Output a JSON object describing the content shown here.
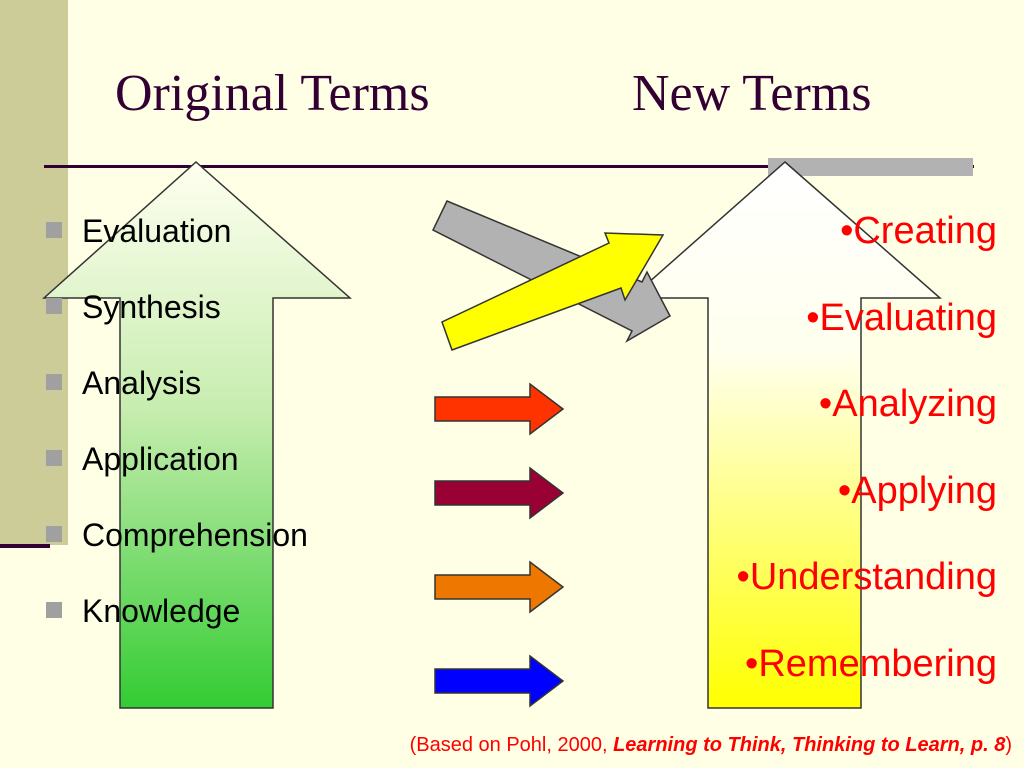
{
  "slide": {
    "title_left": "Original Terms",
    "title_right": "New Terms"
  },
  "original_terms": [
    "Evaluation",
    "Synthesis",
    "Analysis",
    "Application",
    "Comprehension",
    "Knowledge"
  ],
  "new_terms": [
    "•Creating",
    "•Evaluating",
    "•Analyzing",
    "•Applying",
    "•Understanding",
    "•Remembering"
  ],
  "citation": {
    "prefix": "(Based on Pohl, 2000, ",
    "title": "Learning to Think, Thinking to Learn, p. 8",
    "suffix": ")"
  },
  "colors": {
    "background": "#FFFFE5",
    "title_text": "#330033",
    "new_terms_text": "#FF0000",
    "left_arrow_top": "#FFFFF0",
    "left_arrow_bottom": "#33CC33",
    "right_arrow_top": "#FFFFFF",
    "right_arrow_bottom": "#FFFF00",
    "gray_arrow": "#B2B2B2",
    "yellow_arrow": "#FFFF00",
    "red_arrow": "#FF3300",
    "maroon_arrow": "#990033",
    "orange_arrow": "#EE7700",
    "blue_arrow": "#0000FF"
  }
}
